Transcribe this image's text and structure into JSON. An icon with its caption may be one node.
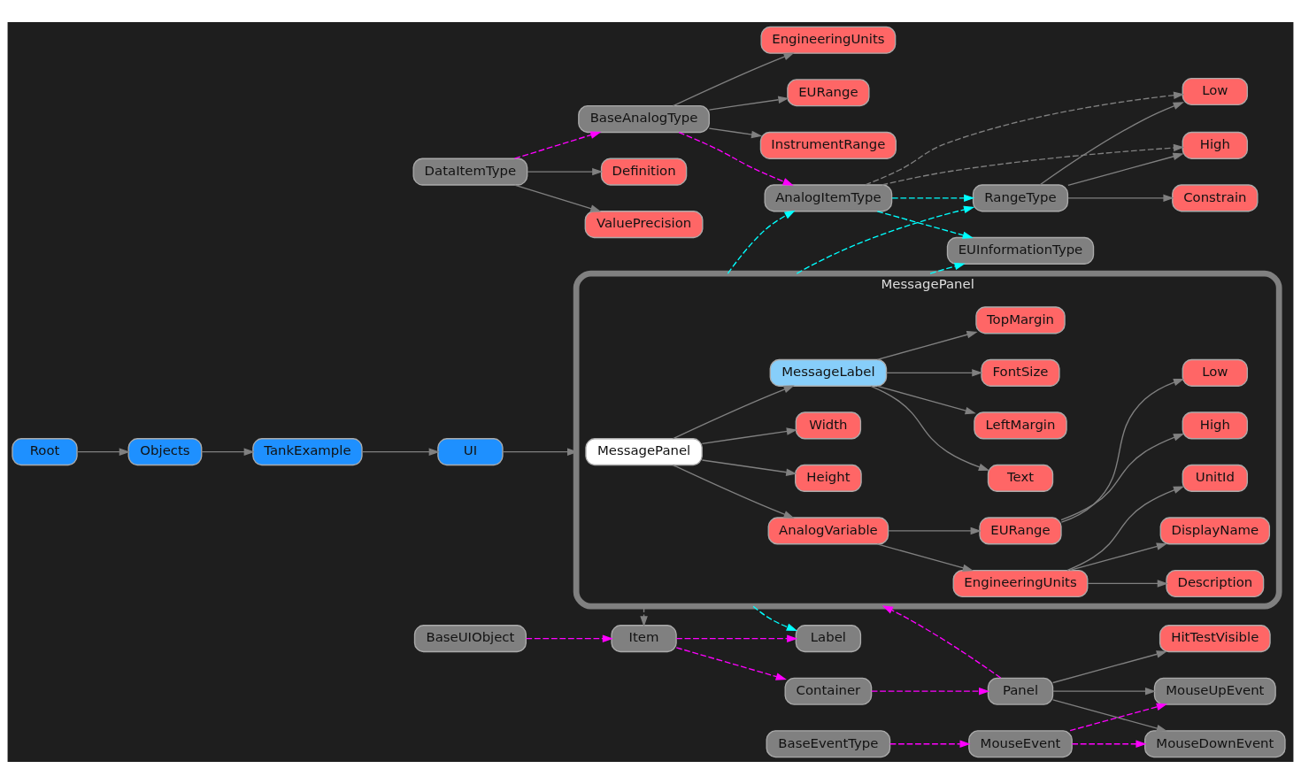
{
  "diagram": {
    "nodes": [
      {
        "text": [
          "Definition"
        ]
      },
      {
        "text": [
          "DataItemType"
        ]
      },
      {
        "text": [
          "ValuePrecision"
        ]
      },
      {
        "text": [
          "EURange"
        ]
      },
      {
        "text": [
          "BaseAnalogType"
        ]
      },
      {
        "text": [
          "InstrumentRange"
        ]
      },
      {
        "text": [
          "EngineeringUnits"
        ]
      },
      {
        "text": [
          "MessagePanel"
        ]
      },
      {
        "text": [
          "DisplayName"
        ],
        "in": 7
      },
      {
        "text": [
          "UnitId"
        ],
        "in": 7
      },
      {
        "text": [
          "AnalogVariable"
        ],
        "in": 7
      },
      {
        "text": [
          "EngineeringUnits"
        ],
        "in": 7
      },
      {
        "text": [
          "Description"
        ],
        "in": 7
      },
      {
        "text": [
          "MessagePanel"
        ],
        "in": 7
      },
      {
        "text": [
          "Height"
        ],
        "in": 7
      },
      {
        "text": [
          "EURange"
        ],
        "in": 7
      },
      {
        "text": [
          "High"
        ],
        "in": 7
      },
      {
        "text": [
          "Width"
        ],
        "in": 7
      },
      {
        "text": [
          "FontSize"
        ],
        "in": 7
      },
      {
        "text": [
          "Low"
        ],
        "in": 7
      },
      {
        "text": [
          "MessageLabel"
        ],
        "in": 7
      },
      {
        "text": [
          "TopMargin"
        ],
        "in": 7
      },
      {
        "text": [
          "Text"
        ],
        "in": 7
      },
      {
        "text": [
          "LeftMargin"
        ],
        "in": 7
      },
      {
        "text": [
          "AnalogItemType"
        ]
      },
      {
        "text": [
          "High"
        ]
      },
      {
        "text": [
          "Low"
        ]
      },
      {
        "text": [
          "EUInformationType"
        ]
      },
      {
        "text": [
          "Root"
        ]
      },
      {
        "text": [
          "Objects"
        ]
      },
      {
        "text": [
          "TankExample"
        ]
      },
      {
        "text": [
          "UI"
        ]
      },
      {
        "text": [
          "RangeType"
        ]
      },
      {
        "text": [
          "Constrain"
        ]
      },
      {
        "text": [
          "BaseUIObject"
        ]
      },
      {
        "text": [
          "Item"
        ]
      },
      {
        "text": [
          "Container"
        ]
      },
      {
        "text": [
          "Panel"
        ]
      },
      {
        "text": [
          "HitTestVisible"
        ]
      },
      {
        "text": [
          "BaseEventType"
        ]
      },
      {
        "text": [
          "MouseEvent"
        ]
      },
      {
        "text": [
          "MouseUpEvent"
        ]
      },
      {
        "text": [
          "MouseDownEvent"
        ]
      },
      {
        "text": [
          "Label"
        ]
      }
    ],
    "edges": [
      {
        "from": 1,
        "to": 0,
        "arrow": "to"
      },
      {
        "from": 1,
        "to": 2,
        "arrow": "to"
      },
      {
        "from": 1,
        "to": 4,
        "arrow": "to",
        "style": "dashed",
        "color": "#ff00ff"
      },
      {
        "from": 4,
        "to": 3,
        "arrow": "to"
      },
      {
        "from": 4,
        "to": 5,
        "arrow": "to"
      },
      {
        "from": 4,
        "to": 6,
        "arrow": "to"
      },
      {
        "from": 4,
        "to": 24,
        "arrow": "to",
        "style": "dashed",
        "color": "#ff00ff"
      },
      {
        "from": 13,
        "to": 10,
        "arrow": "to"
      },
      {
        "from": 13,
        "to": 14,
        "arrow": "to"
      },
      {
        "from": 13,
        "to": 17,
        "arrow": "to"
      },
      {
        "from": 13,
        "to": 20,
        "arrow": "to"
      },
      {
        "from": 10,
        "to": 11,
        "arrow": "to"
      },
      {
        "from": 10,
        "to": 15,
        "arrow": "to"
      },
      {
        "from": 11,
        "to": 8,
        "arrow": "to"
      },
      {
        "from": 11,
        "to": 9,
        "arrow": "to"
      },
      {
        "from": 11,
        "to": 12,
        "arrow": "to"
      },
      {
        "from": 15,
        "to": 16,
        "arrow": "to"
      },
      {
        "from": 15,
        "to": 19,
        "arrow": "to"
      },
      {
        "from": 20,
        "to": 18,
        "arrow": "to"
      },
      {
        "from": 20,
        "to": 21,
        "arrow": "to"
      },
      {
        "from": 20,
        "to": 22,
        "arrow": "to"
      },
      {
        "from": 20,
        "to": 23,
        "arrow": "to"
      },
      {
        "from": 28,
        "to": 29,
        "arrow": "to"
      },
      {
        "from": 29,
        "to": 30,
        "arrow": "to"
      },
      {
        "from": 30,
        "to": 31,
        "arrow": "to"
      },
      {
        "from": 31,
        "to": 7,
        "arrow": "to"
      },
      {
        "from": 7,
        "to": 35,
        "arrow": "to",
        "style": "dashed"
      },
      {
        "from": 37,
        "to": 7,
        "arrow": "to",
        "style": "dashed",
        "color": "#ff00ff"
      },
      {
        "from": 7,
        "to": 24,
        "arrow": "to",
        "style": "dashed",
        "color": "#00ffff"
      },
      {
        "from": 7,
        "to": 27,
        "arrow": "to",
        "style": "dashed",
        "color": "#00ffff"
      },
      {
        "from": 7,
        "to": 32,
        "arrow": "to",
        "style": "dashed",
        "color": "#00ffff"
      },
      {
        "from": 7,
        "to": 43,
        "arrow": "to",
        "style": "dashed",
        "color": "#00ffff"
      },
      {
        "from": 24,
        "to": 25,
        "arrow": "to",
        "style": "dashed"
      },
      {
        "from": 24,
        "to": 26,
        "arrow": "to",
        "style": "dashed"
      },
      {
        "from": 24,
        "to": 27,
        "arrow": "to",
        "style": "dashed",
        "color": "#00ffff"
      },
      {
        "from": 24,
        "to": 32,
        "arrow": "to",
        "style": "dashed",
        "color": "#00ffff"
      },
      {
        "from": 32,
        "to": 25,
        "arrow": "to"
      },
      {
        "from": 32,
        "to": 26,
        "arrow": "to"
      },
      {
        "from": 32,
        "to": 33,
        "arrow": "to"
      },
      {
        "from": 34,
        "to": 35,
        "arrow": "to",
        "style": "dashed",
        "color": "#ff00ff"
      },
      {
        "from": 35,
        "to": 36,
        "arrow": "to",
        "style": "dashed",
        "color": "#ff00ff"
      },
      {
        "from": 36,
        "to": 37,
        "arrow": "to",
        "style": "dashed",
        "color": "#ff00ff"
      },
      {
        "from": 37,
        "to": 38,
        "arrow": "to"
      },
      {
        "from": 37,
        "to": 41,
        "arrow": "to"
      },
      {
        "from": 37,
        "to": 42,
        "arrow": "to"
      },
      {
        "from": 39,
        "to": 40,
        "arrow": "to",
        "style": "dashed",
        "color": "#ff00ff"
      },
      {
        "from": 40,
        "to": 41,
        "arrow": "to",
        "style": "dashed",
        "color": "#ff00ff"
      },
      {
        "from": 40,
        "to": 42,
        "arrow": "to",
        "style": "dashed",
        "color": "#ff00ff"
      },
      {
        "from": 35,
        "to": 43,
        "arrow": "to",
        "style": "dashed",
        "color": "#ff00ff"
      }
    ]
  }
}
